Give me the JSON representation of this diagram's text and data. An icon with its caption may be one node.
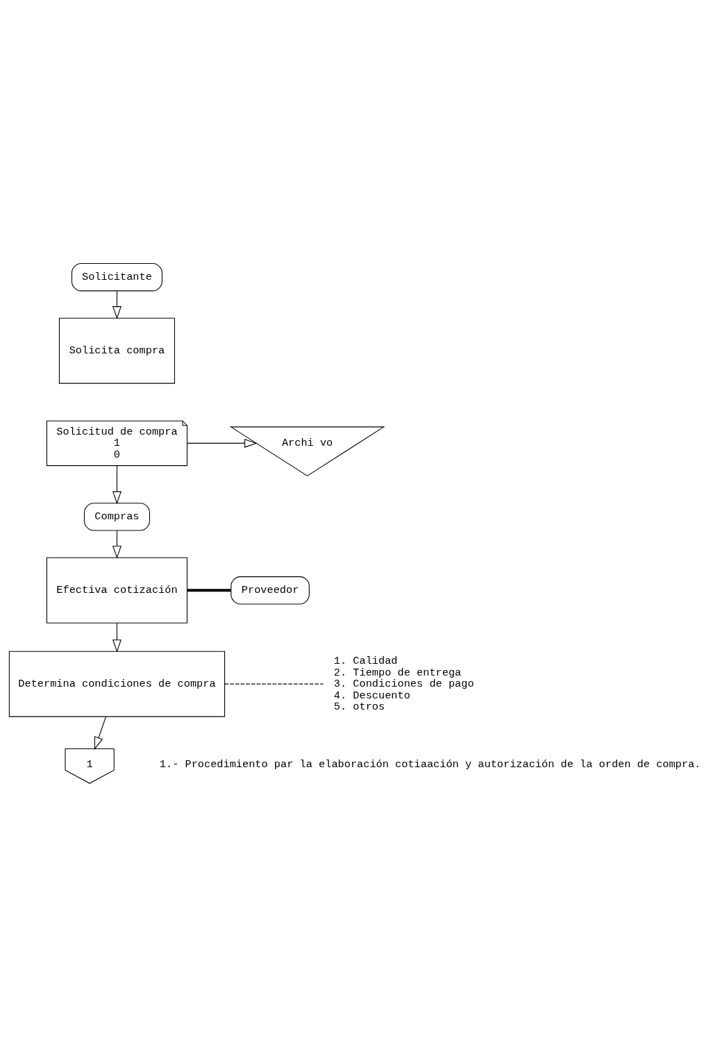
{
  "diagram": {
    "nodes": [
      {
        "text": [
          "Solicitante"
        ]
      },
      {
        "text": [
          "Solicita compra"
        ]
      },
      {
        "text": [
          "Solicitud de compra",
          "1",
          "0"
        ]
      },
      {
        "text": [
          "Archi vo"
        ]
      },
      {
        "text": [
          "Compras"
        ]
      },
      {
        "text": [
          "Efectiva cotización"
        ]
      },
      {
        "text": [
          "Proveedor"
        ]
      },
      {
        "text": [
          "Determina condiciones de compra"
        ]
      },
      {
        "text": [
          "1. Calidad",
          "2. Tiempo de entrega",
          "3. Condiciones de pago",
          "4. Descuento",
          "5. otros"
        ]
      },
      {
        "text": [
          "1"
        ]
      }
    ],
    "edges": [
      {
        "from": 0,
        "to": 1,
        "arrow": "to"
      },
      {
        "from": 2,
        "to": 3,
        "arrow": "to"
      },
      {
        "from": 2,
        "to": 4,
        "arrow": "to"
      },
      {
        "from": 4,
        "to": 5,
        "arrow": "to"
      },
      {
        "from": 5,
        "to": 6,
        "arrow": "none",
        "style": "thick"
      },
      {
        "from": 5,
        "to": 7,
        "arrow": "to"
      },
      {
        "from": 7,
        "to": 8,
        "arrow": "none",
        "style": "dashed"
      },
      {
        "from": 7,
        "to": 9,
        "arrow": "to"
      }
    ],
    "labels": [
      "1.- Procedimiento par la elaboración cotiaación y autorización de la orden de compra."
    ]
  }
}
